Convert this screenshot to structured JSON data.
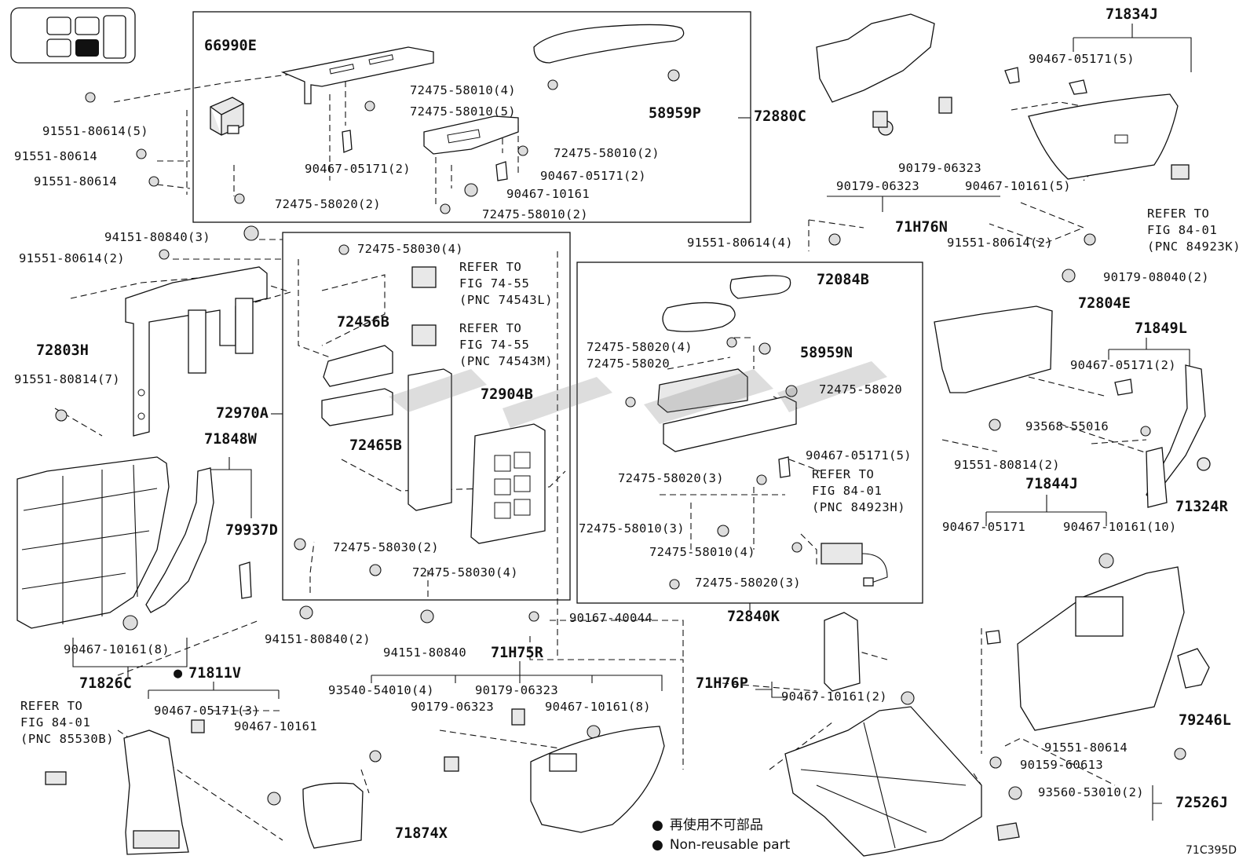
{
  "diagram_id": "71C395D",
  "legend": {
    "non_reusable_jp": "再使用不可部品",
    "non_reusable_en": "Non-reusable part"
  },
  "pnc_labels": {
    "p66990E": "66990E",
    "p72880C": "72880C",
    "p58959P": "58959P",
    "p72803H": "72803H",
    "p72970A": "72970A",
    "p72456B": "72456B",
    "p72904B": "72904B",
    "p72465B": "72465B",
    "p71848W": "71848W",
    "p79937D": "79937D",
    "p71826C": "71826C",
    "p71811V": "71811V",
    "p71874X": "71874X",
    "p71H75R": "71H75R",
    "p72084B": "72084B",
    "p58959N": "58959N",
    "p72840K": "72840K",
    "p71H76P": "71H76P",
    "p71H76N": "71H76N",
    "p71834J": "71834J",
    "p72804E": "72804E",
    "p71849L": "71849L",
    "p71324R": "71324R",
    "p71844J": "71844J",
    "p79246L": "79246L",
    "p72526J": "72526J"
  },
  "part_labels": {
    "l01": "91551-80614(5)",
    "l02": "91551-80614",
    "l03": "91551-80614",
    "l04": "72475-58010(4)",
    "l05": "72475-58010(5)",
    "l06": "90467-05171(2)",
    "l07": "72475-58010(2)",
    "l08": "90467-05171(2)",
    "l09": "90467-10161",
    "l10": "72475-58020(2)",
    "l11": "72475-58010(2)",
    "l12": "94151-80840(3)",
    "l13": "91551-80614(2)",
    "l14": "91551-80814(7)",
    "l15": "72475-58030(4)",
    "l16": "72475-58030(2)",
    "l17": "72475-58030(4)",
    "l18": "94151-80840(2)",
    "l19": "94151-80840",
    "l20": "90167-40044",
    "l21": "90467-10161(8)",
    "l22": "90467-05171(3)",
    "l23": "90467-10161",
    "l24": "93540-54010(4)",
    "l25": "90179-06323",
    "l26": "90179-06323",
    "l27": "90467-10161(8)",
    "l28": "91551-80614(4)",
    "l29": "72475-58020(4)",
    "l30": "72475-58020",
    "l31": "72475-58020",
    "l32": "90467-05171(5)",
    "l33": "72475-58020(3)",
    "l34": "72475-58010(3)",
    "l35": "72475-58010(4)",
    "l36": "72475-58020(3)",
    "l37": "90467-10161(2)",
    "l38": "90179-06323",
    "l39": "90179-06323",
    "l40": "90467-10161(5)",
    "l41": "90467-05171(5)",
    "l42": "91551-80614(2)",
    "l43": "90179-08040(2)",
    "l44": "90467-05171(2)",
    "l45": "93568-55016",
    "l46": "91551-80814(2)",
    "l47": "90467-05171",
    "l48": "90467-10161(10)",
    "l49": "91551-80614",
    "l50": "90159-60613",
    "l51": "93560-53010(2)"
  },
  "figure_refs": {
    "r1": "REFER TO\nFIG 74-55\n(PNC 74543L)",
    "r2": "REFER TO\nFIG 74-55\n(PNC 74543M)",
    "r3": "REFER TO\nFIG 84-01\n(PNC 84923H)",
    "r4": "REFER TO\nFIG 84-01\n(PNC 84923K)",
    "r5": "REFER TO\nFIG 84-01\n(PNC 85530B)"
  }
}
